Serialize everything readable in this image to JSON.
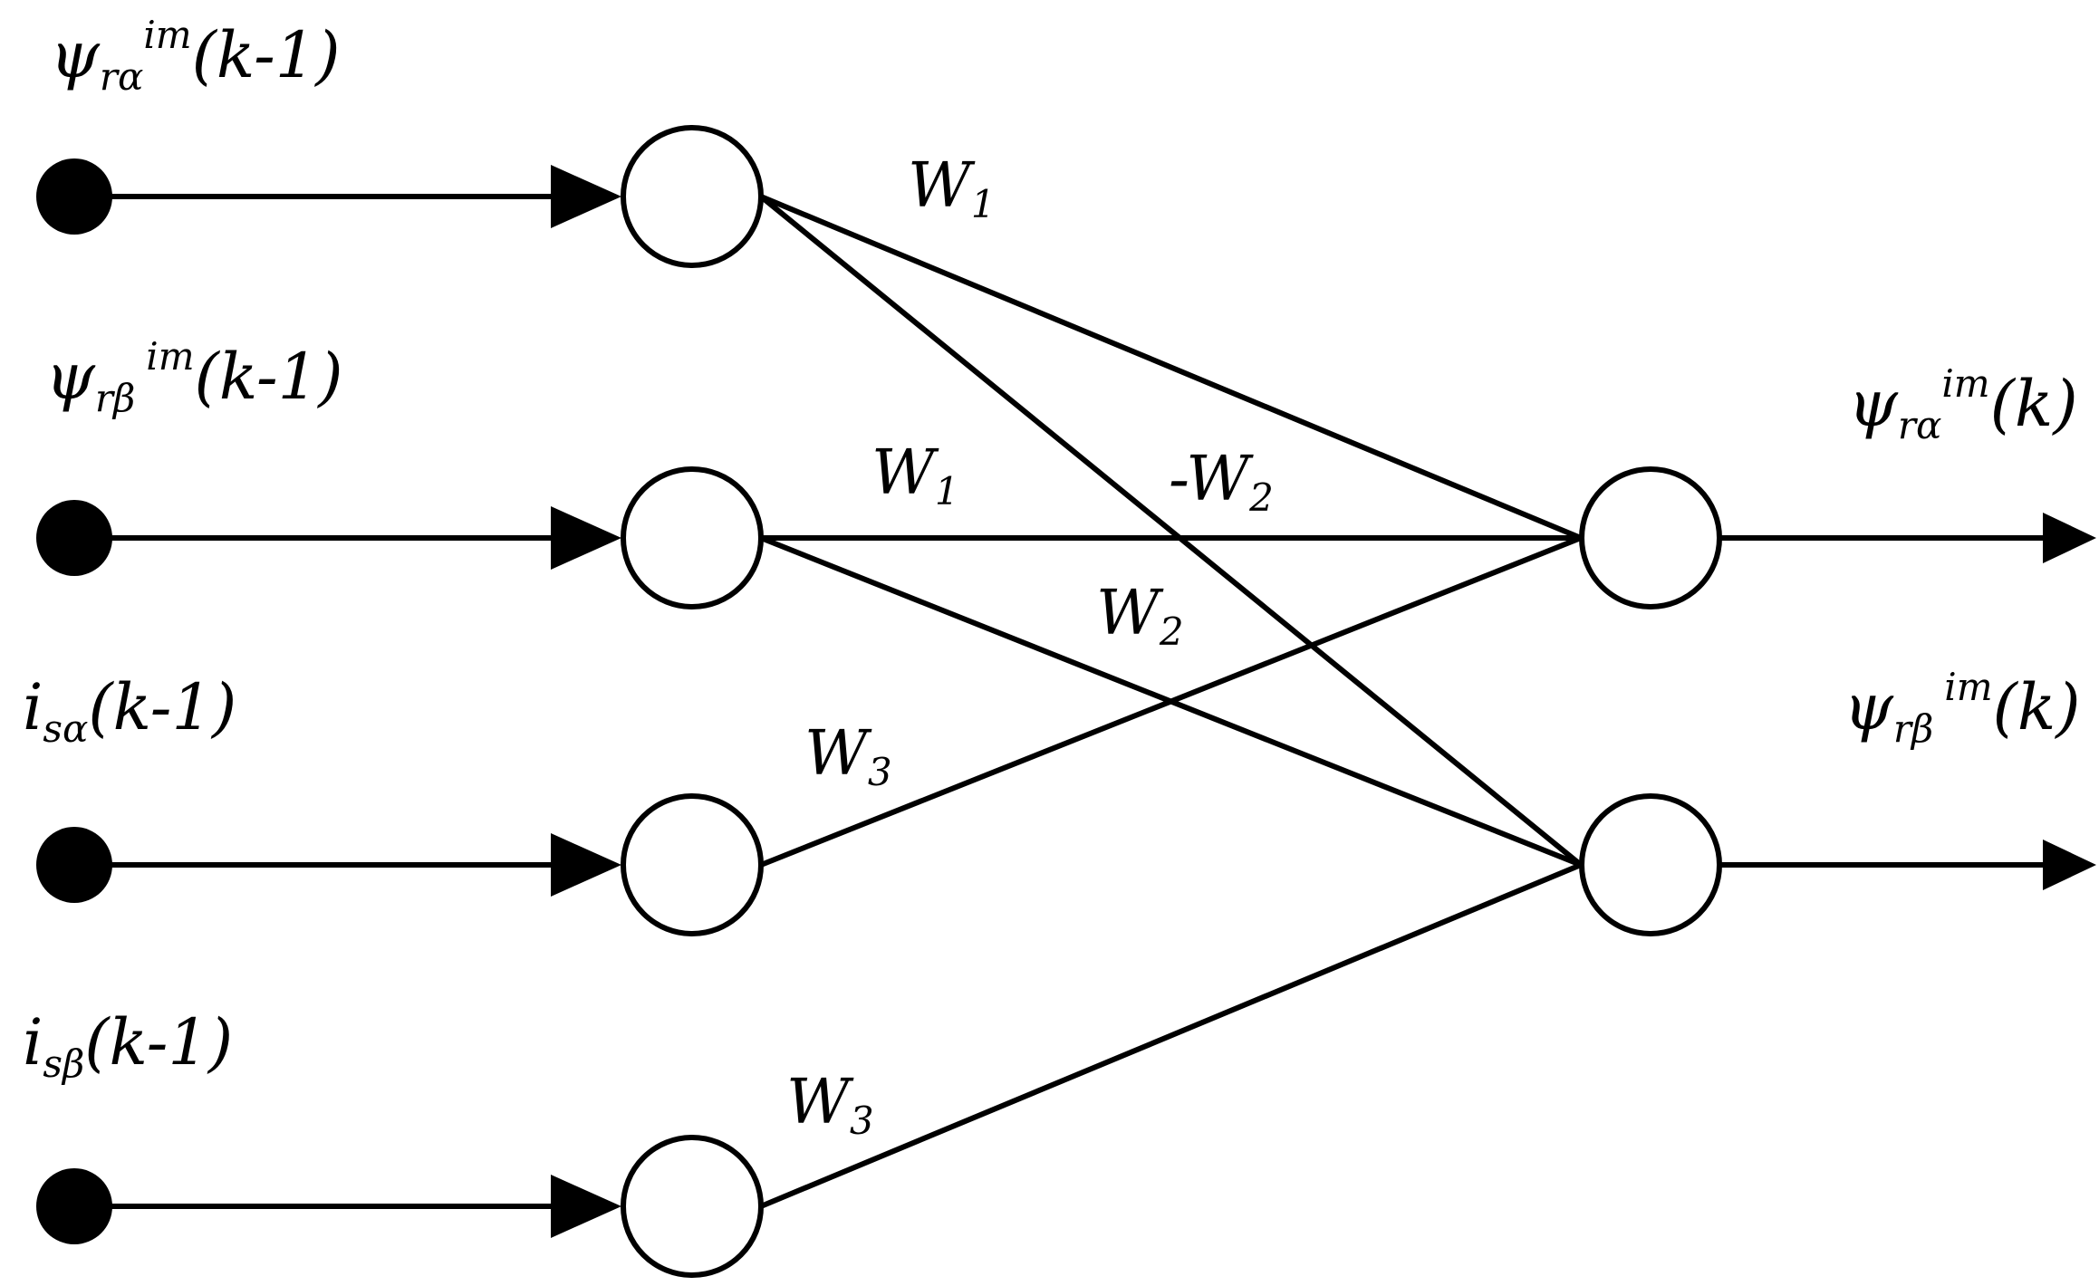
{
  "inputs": [
    {
      "sym": "ψ",
      "sub": "rα",
      "sup": "im",
      "arg": "(k-1)"
    },
    {
      "sym": "ψ",
      "sub": "rβ",
      "sup": "im",
      "arg": "(k-1)"
    },
    {
      "sym": "i",
      "sub": "sα",
      "sup": "",
      "arg": "(k-1)"
    },
    {
      "sym": "i",
      "sub": "sβ",
      "sup": "",
      "arg": "(k-1)"
    }
  ],
  "outputs": [
    {
      "sym": "ψ",
      "sub": "rα",
      "sup": "im",
      "arg": "(k)"
    },
    {
      "sym": "ψ",
      "sub": "rβ",
      "sup": "im",
      "arg": "(k)"
    }
  ],
  "weights": [
    {
      "pre": "",
      "base": "W",
      "sub": "1"
    },
    {
      "pre": "",
      "base": "W",
      "sub": "1"
    },
    {
      "pre": "-",
      "base": "W",
      "sub": "2"
    },
    {
      "pre": "",
      "base": "W",
      "sub": "2"
    },
    {
      "pre": "",
      "base": "W",
      "sub": "3"
    },
    {
      "pre": "",
      "base": "W",
      "sub": "3"
    }
  ]
}
